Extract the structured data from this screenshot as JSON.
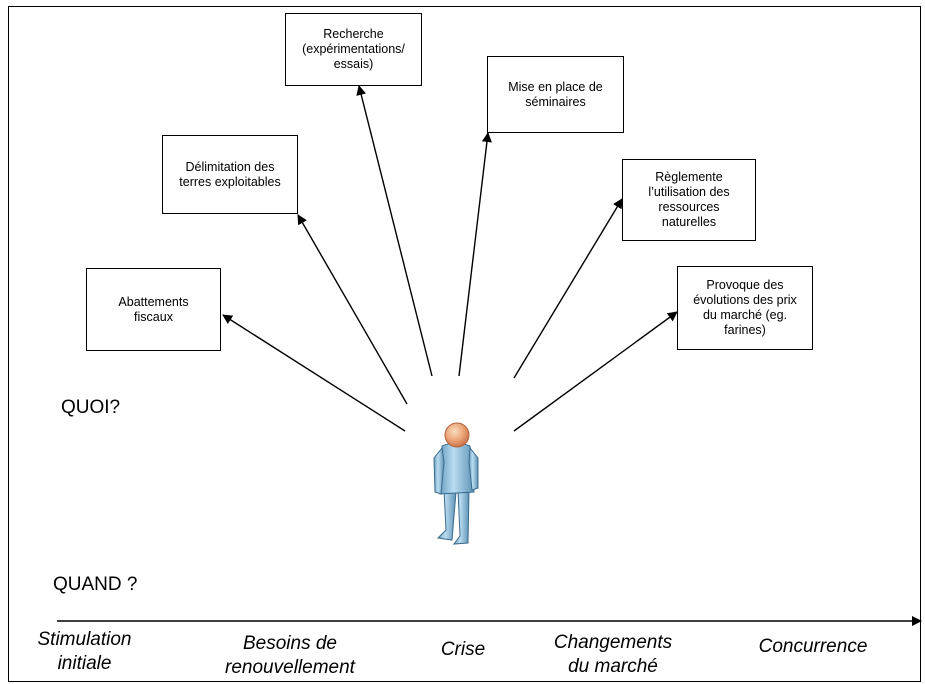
{
  "actions": [
    "Abattements\nfiscaux",
    "Délimitation des\nterres exploitables",
    "Recherche\n(expérimentations/\nessais)",
    "Mise en place de\nséminaires",
    "Règlemente\nl’utilisation des\nressources\nnaturelles",
    "Provoque des\névolutions des prix\ndu marché (eg.\nfarines)"
  ],
  "labels": {
    "quoi": "QUOI?",
    "quand": "QUAND ?"
  },
  "timeline": [
    "Stimulation\ninitiale",
    "Besoins de\nrenouvellement",
    "Crise",
    "Changements\ndu marché",
    "Concurrence"
  ],
  "icons": {
    "central": "person-icon"
  }
}
